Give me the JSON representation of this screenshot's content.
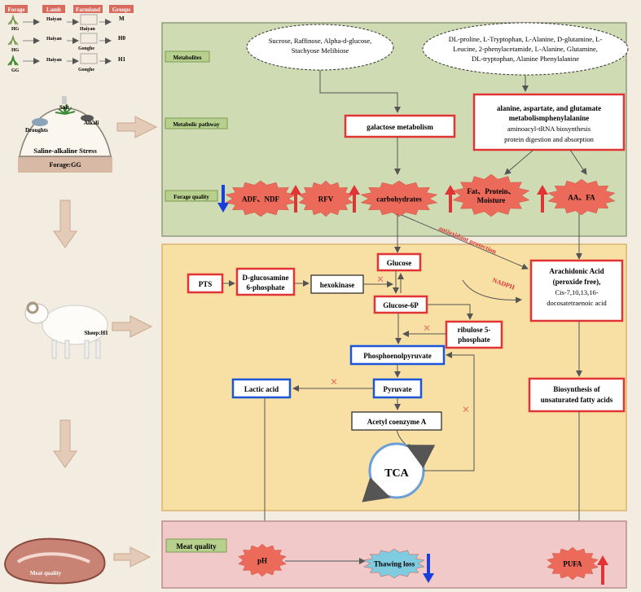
{
  "legend": {
    "headers": [
      "Forage",
      "Lamb",
      "Farmland",
      "Groups"
    ],
    "rows": [
      {
        "forage": "HG",
        "lamb": "Haiyan",
        "farmland": "Haiyan",
        "group": "M"
      },
      {
        "forage": "HG",
        "lamb": "Haiyan",
        "farmland": "Gonghe",
        "group": "H0"
      },
      {
        "forage": "GG",
        "lamb": "Haiyan",
        "farmland": "Gonghe",
        "group": "H1"
      }
    ]
  },
  "stress": {
    "salt": "Salt",
    "droughts": "Droughts",
    "alkali": "Alkali",
    "title": "Saline-alkaline Stress",
    "base": "Forage:GG"
  },
  "sheep_label": "Sheep:H1",
  "meat_label": "Meat quality",
  "panels": {
    "metabolites": "Metabolites",
    "pathway": "Metabolic pathway",
    "forage_quality": "Forage quality",
    "meat_quality": "Meat quality"
  },
  "metabolites": {
    "left_line1": "Sucrose, Raffinose, Alpha-d-glucose,",
    "left_line2": "Stachyose Melibiose",
    "right_line1": "DL-proline, L-Tryptophan, L-Alanine, D-glutamine, L-",
    "right_line2": "Leucine, 2-phenylacetamide,  L-Alanine, Glutamine,",
    "right_line3": "DL-tryptophan, Alanine Phenylalanine"
  },
  "pathways": {
    "galactose": "galactose metabolism",
    "amino_title1": "alanine, aspartate, and glutamate",
    "amino_title2": "metabolismphenylalanine",
    "amino_sub1": "aminoacyl-tRNA biosynthesis",
    "amino_sub2": "protein digestion and absorption"
  },
  "forage": {
    "adf_ndf": "ADF、NDF",
    "rfv": "RFV",
    "carbohydrates": "carbohydrates",
    "fat1": "Fat、Protein、",
    "fat2": "Moisture",
    "aa_fa": "AA、FA"
  },
  "metabolism": {
    "antioxidant": "antioxidant protection",
    "nadph": "NADPH",
    "glucose": "Glucose",
    "pts": "PTS",
    "dglucosamine1": "D-glucosamine",
    "dglucosamine2": "6-phosphate",
    "hexokinase": "hexokinase",
    "glucose6p": "Glucose-6P",
    "ribulose1": "ribulose 5-",
    "ribulose2": "phosphate",
    "pep": "Phosphoenolpyruvate",
    "pyruvate": "Pyruvate",
    "lactic": "Lactic acid",
    "acetyl": "Acetyl coenzyme A",
    "tca": "TCA",
    "arachidonic1": "Arachidonic Acid",
    "arachidonic2": "(peroxide free),",
    "arachidonic3": "Cis-7,10,13,16-",
    "arachidonic4": "docosatetraenoic acid",
    "biosyn1": "Biosynthesis of",
    "biosyn2": "unsaturated fatty acids",
    "x_mark": "×"
  },
  "meat": {
    "ph": "pH",
    "thawing": "Thawing loss",
    "pufa": "PUFA"
  },
  "colors": {
    "green_panel": "#cfdcb3",
    "yellow_panel": "#f8dfa3",
    "pink_panel": "#f2c9c9",
    "red": "#e13535",
    "blue": "#1a3fd8",
    "burst": "#ec6a5a",
    "cyan_burst": "#7fcbe0"
  }
}
